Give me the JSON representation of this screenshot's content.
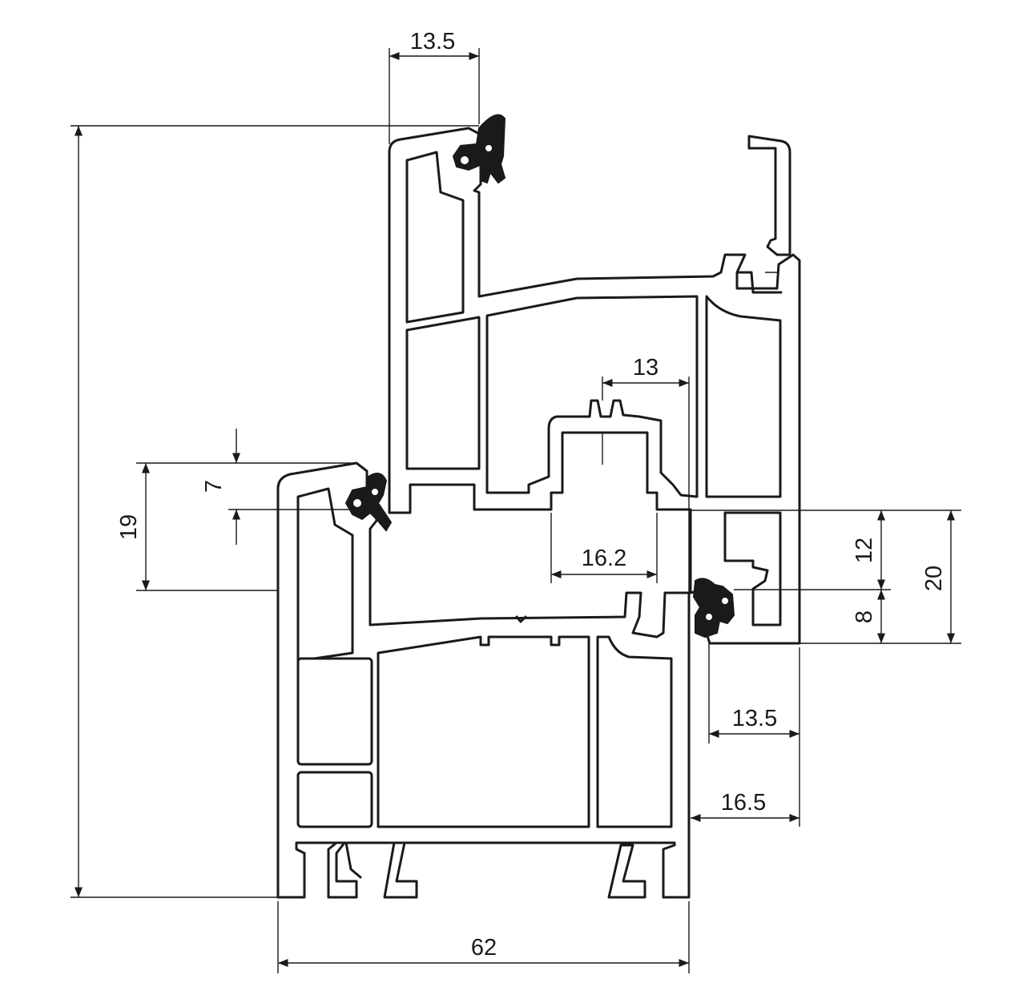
{
  "dimensions": {
    "top_sash_gasket_width": "13.5",
    "total_height": "19",
    "frame_gasket_offset": "7",
    "glazing_bead_width": "13",
    "inner_channel_width": "16.2",
    "right_upper_height": "12",
    "right_total_height": "20",
    "right_lower_height": "8",
    "right_gasket_width": "13.5",
    "sash_overlap_width": "16.5",
    "frame_depth": "62"
  },
  "colors": {
    "line": "#1a1a1a",
    "background": "#ffffff"
  }
}
